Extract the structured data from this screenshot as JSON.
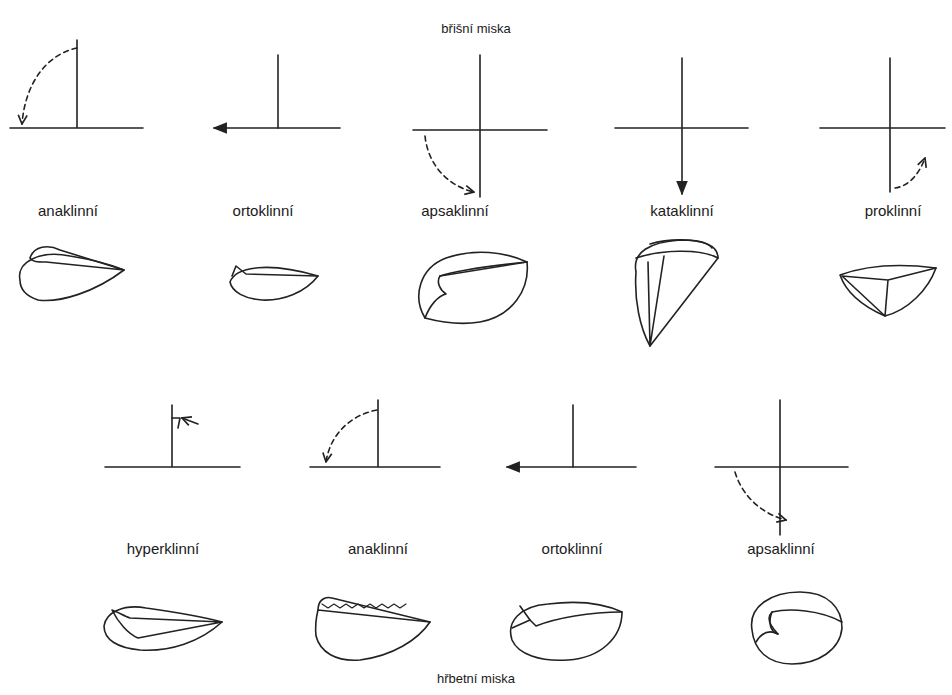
{
  "diagram": {
    "title": "břišní miska",
    "caption": "hřbetní miska",
    "labels": [
      "anaklinní",
      "ortoklinní",
      "apsaklinní",
      "kataklinní",
      "proklinní",
      "hyperklinní",
      "anaklinní",
      "ortoklinní",
      "apsaklinní"
    ]
  }
}
